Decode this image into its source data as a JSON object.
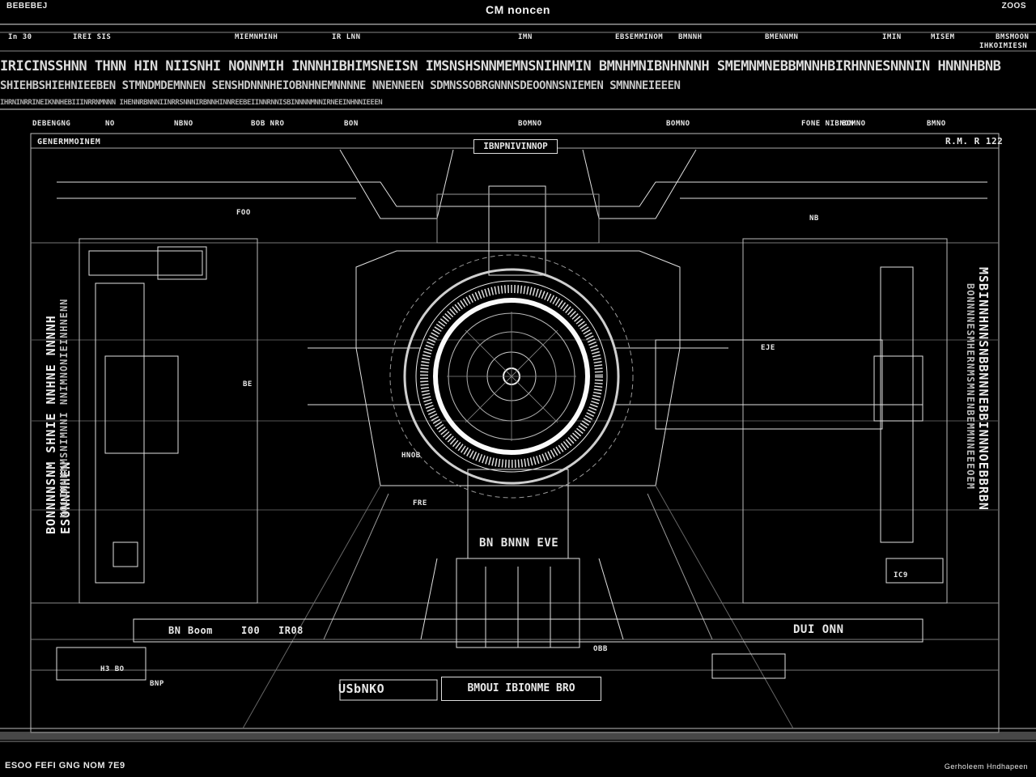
{
  "title": "CM noncen",
  "corner": {
    "top_left": "BEBEBEJ",
    "top_right": "ZOOS",
    "bottom_left": "ESOO FEFI GNG NOM 7E9",
    "bottom_right": "Gerholeem Hndhapeen"
  },
  "top_labels": [
    "In 30",
    "IREI SIS",
    "MIEMNMINH",
    "IR LNN",
    "IMN",
    "EBSEMMINOM",
    "BMNNH",
    "BMENNMN",
    "IMIN",
    "MISEM",
    "IHKOIMIESN",
    "BMSMOON"
  ],
  "band_rows": [
    "IRICINSSHNN THNN HIN  NIISNHI  NONNMIH INNNHIBHIMSNEISN IMSNSHSNNMEMNSNIHNMIN BMNHMNIBNHNNNH SMEMNMNEBBMNNHBIRHNNESNNNIN HNNNHBNB",
    "SHIEHBSHIEHNIEEBEN STMNDMDEMNNEN SENSHDNNNHEIOBNHNEMNNNNE NNENNEEN SDMNSSOBRGNNNSDEOONNSNIEMEN SMNNNEIEEEN",
    "IHRNINRRINEIKNNHEBIIINRRNMNNN IHENNRBNNNIINRRSNNNIRBNNHINNREEBEIINNRNNISBINNNNMNNIRNEEINHNNIEEEN"
  ],
  "header_row": [
    "DEBENGNG",
    "NO",
    "NBNO",
    "BOB NRO",
    "BON",
    "BOMNO",
    "BOMNO",
    "FONE NIBNON",
    "BOMNO",
    "BMNO"
  ],
  "top_box_label": "IBNPNIVINNOP",
  "top_subtitle": "GENERMMOINEM",
  "top_right_ref": "R.M. R 122",
  "vertical_left_primary": "BONNNNSNM SHNIE NNHNE NNNNH ESONNMHEN",
  "vertical_left_secondary": "NOLIMNMNMSNIMNNI NNIMNONIEINHNENN",
  "vertical_right_primary": "MSBINNHNNSNBBNNNEBBINNNOEBBRBN",
  "vertical_right_secondary": "BONNNNESMHERNMSMNENBEMMNNEEEOEM",
  "mid_label": "BN BNNN EVE",
  "lower_left_labels": [
    "BN",
    "Boom",
    "I00",
    "IR08"
  ],
  "dui_label": "DUI   ONN",
  "bottom_pill": "BMOUI IBIONME BRO",
  "usage_label": "USbNKO",
  "small_tags": [
    "FOO",
    "BE",
    "HNOB",
    "FRE",
    "OBB",
    "BNP",
    "NB",
    "EJE",
    "H3 BO",
    "IC9"
  ],
  "colors": {
    "background": "#000000",
    "line": "#e8e8e8",
    "dim": "#8a8a8a"
  }
}
